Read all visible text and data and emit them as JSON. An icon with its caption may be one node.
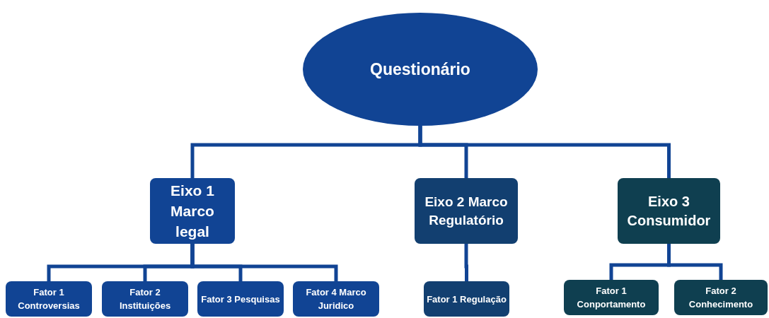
{
  "diagram": {
    "nodes": [
      {
        "text": [
          "Questionário"
        ]
      },
      {
        "text": [
          "Eixo 1 Marco legal"
        ]
      },
      {
        "text": [
          "Eixo 2 Marco Regulatório"
        ]
      },
      {
        "text": [
          "Eixo 3 Consumidor"
        ]
      },
      {
        "text": [
          "Fator 1 Controversias"
        ]
      },
      {
        "text": [
          "Fator 2 Instituições"
        ]
      },
      {
        "text": [
          "Fator 3 Pesquisas"
        ]
      },
      {
        "text": [
          "Fator 4 Marco Juridico"
        ]
      },
      {
        "text": [
          "Fator 1 Regulação"
        ]
      },
      {
        "text": [
          "Fator 1 Conportamento"
        ]
      },
      {
        "text": [
          "Fator 2 Conhecimento"
        ]
      }
    ],
    "edges": [
      {
        "from": 0,
        "to": 1,
        "arrow": "none"
      },
      {
        "from": 0,
        "to": 2,
        "arrow": "none"
      },
      {
        "from": 0,
        "to": 3,
        "arrow": "none"
      },
      {
        "from": 1,
        "to": 4,
        "arrow": "none"
      },
      {
        "from": 1,
        "to": 5,
        "arrow": "none"
      },
      {
        "from": 1,
        "to": 6,
        "arrow": "none"
      },
      {
        "from": 1,
        "to": 7,
        "arrow": "none"
      },
      {
        "from": 2,
        "to": 8,
        "arrow": "none"
      },
      {
        "from": 3,
        "to": 9,
        "arrow": "none"
      },
      {
        "from": 3,
        "to": 10,
        "arrow": "none"
      }
    ]
  }
}
